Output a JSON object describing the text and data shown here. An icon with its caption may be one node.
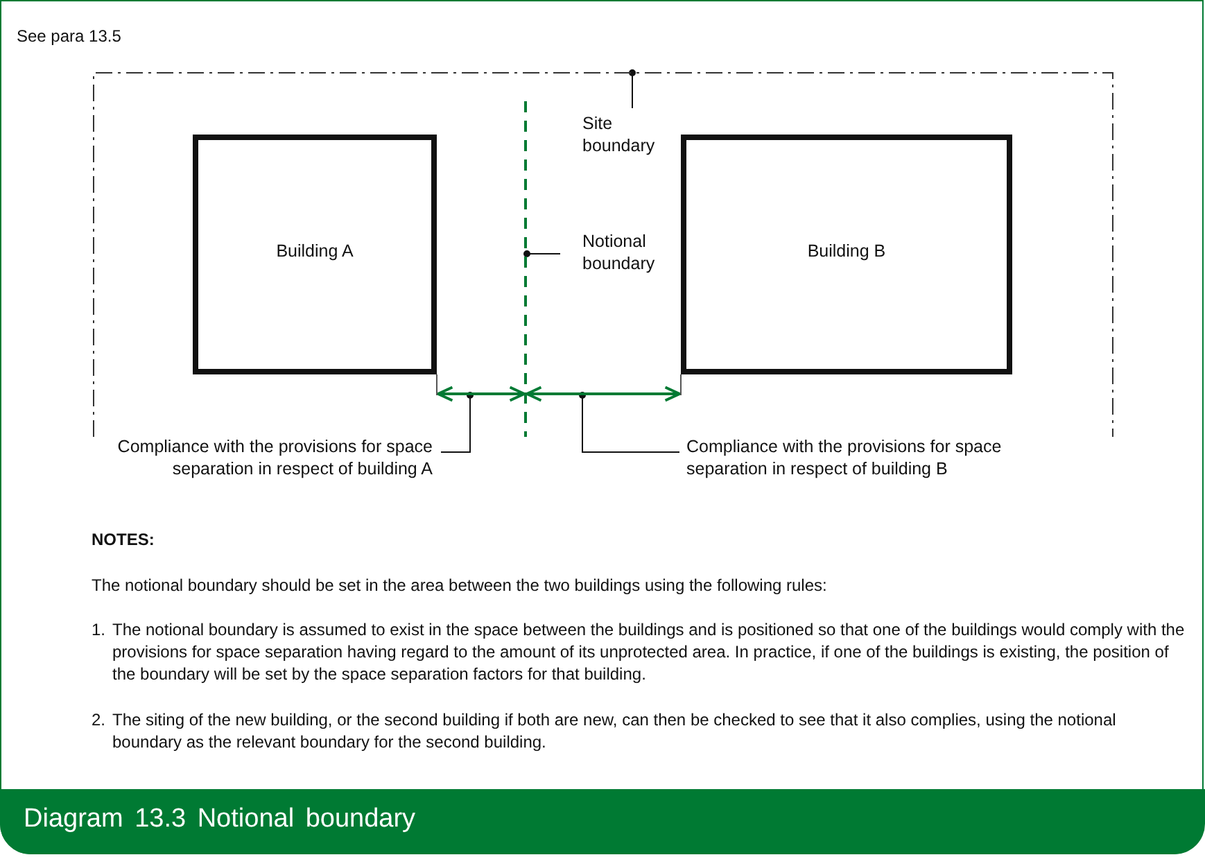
{
  "diagram": {
    "caption": "Diagram 13.3 Notional boundary",
    "nodes": [
      {
        "text": [],
        "shape": "box"
      },
      {
        "text": [
          "Building A"
        ],
        "in": 0
      },
      {
        "text": [
          "Site boundary"
        ],
        "in": 0
      },
      {
        "text": [
          "Notional boundary"
        ],
        "in": 0
      },
      {
        "text": [],
        "shape": "line",
        "in": 0
      },
      {
        "text": [
          "Building B"
        ],
        "in": 0
      },
      {
        "text": [
          "Compliance with the provisions for space separation in respect of building A"
        ]
      },
      {
        "text": [
          "Compliance with the provisions for space separation in respect of building B"
        ]
      },
      {
        "text": [],
        "shape": "line",
        "in": 0
      },
      {
        "text": [],
        "shape": "line",
        "in": 0
      }
    ],
    "edges": [
      {
        "from": 2,
        "to": 0,
        "arrow": "other"
      },
      {
        "from": 3,
        "to": 4,
        "arrow": "other"
      },
      {
        "from": 6,
        "to": 8,
        "arrow": "other"
      },
      {
        "from": 7,
        "to": 9,
        "arrow": "other"
      }
    ],
    "labels": [
      "See para 13.5",
      "NOTES:",
      "The notional boundary should be set in the area between the two buildings using the following rules:",
      "1.",
      "The notional boundary is assumed to exist in the space between the buildings and is positioned so that one of the buildings would comply with the provisions for space separation having regard to the amount of its unprotected area. In practice, if one of the buildings is existing, the position of the boundary will be set by the space separation factors for that building.",
      "2.",
      "The siting of the new building, or the second building if both are new, can then be checked to see that it also complies, using the notional boundary as the relevant boundary for the second building."
    ]
  }
}
